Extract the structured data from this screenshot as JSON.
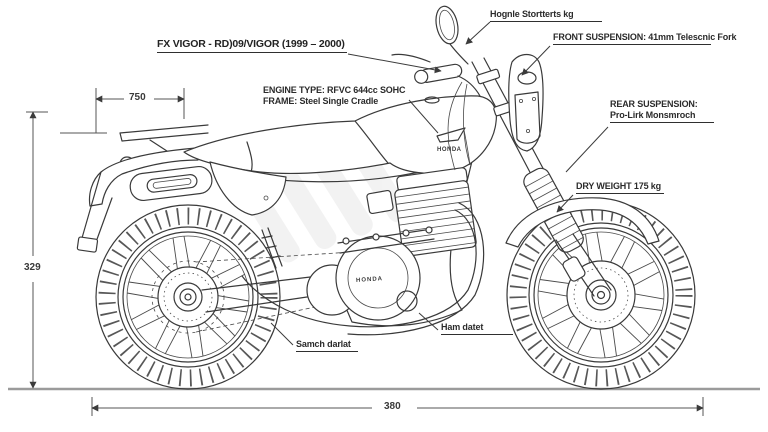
{
  "title": "FX VIGOR - RD)09/VIGOR (1999 – 2000)",
  "callouts": {
    "handle_label": "Hognle Stortterts kg",
    "front_suspension": "FRONT SUSPENSION: 41mm Telescnic Fork",
    "rear_suspension": [
      "REAR SUSPENSION:",
      "Pro-Lirk Monsmroch"
    ],
    "dry_weight": "DRY WEIGHT 175 kg",
    "engine_frame": [
      "ENGINE TYPE: RFVC 644cc SOHC",
      "FRAME: Steel Single Cradle"
    ],
    "ham_note": "Ham datet",
    "samch_note": "Samch darlat"
  },
  "dimensions": {
    "top_width": "750",
    "left_height": "329",
    "bottom_length": "380"
  },
  "branding": {
    "tank_logo": "HONDA",
    "engine_logo": "HONDA"
  },
  "colors": {
    "line": "#3a3a3a",
    "background": "#ffffff",
    "label_text": "#2b2b2b",
    "dimension_line": "#555555"
  }
}
